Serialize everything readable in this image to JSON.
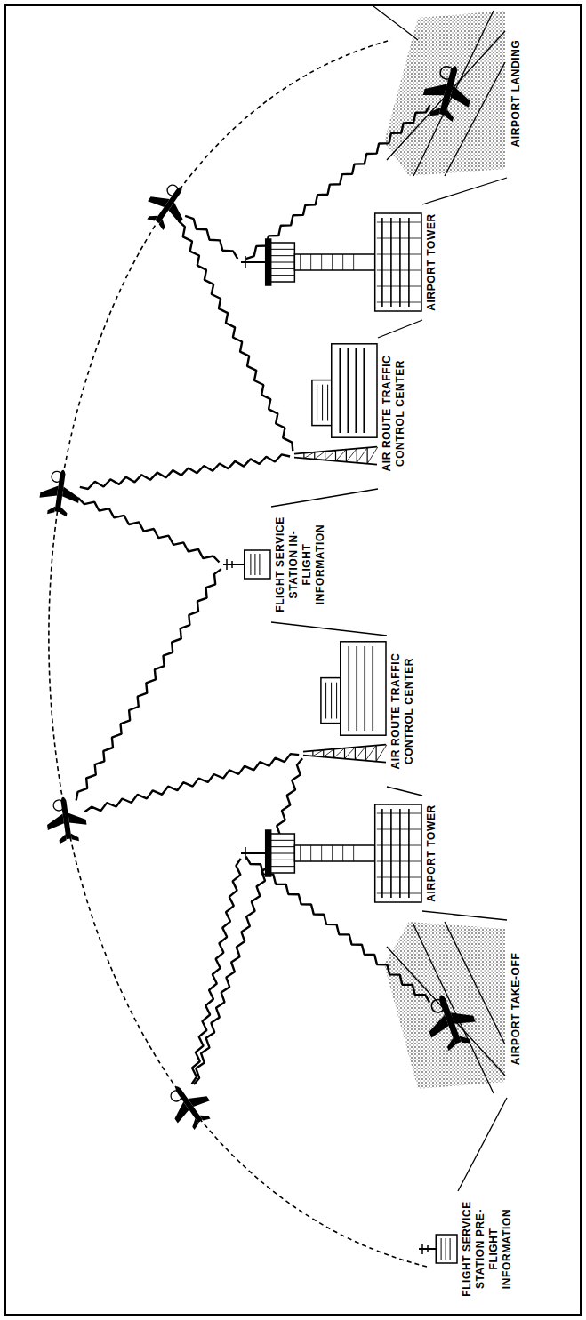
{
  "diagram": {
    "nodes": [
      {
        "text": [
          "FLIGHT SERVICE STATION PRE-FLIGHT INFORMATION"
        ]
      },
      {
        "text": [
          "AIRPORT TAKE-OFF"
        ]
      },
      {
        "text": [
          "AIRPORT TOWER"
        ]
      },
      {
        "text": [
          "AIR ROUTE TRAFFIC CONTROL CENTER"
        ]
      },
      {
        "text": [
          "FLIGHT SERVICE STATION IN-FLIGHT INFORMATION"
        ]
      },
      {
        "text": [
          "AIR ROUTE TRAFFIC CONTROL CENTER"
        ]
      },
      {
        "text": [
          "AIRPORT TOWER"
        ]
      },
      {
        "text": [
          "AIRPORT LANDING"
        ]
      }
    ],
    "edges": [
      {
        "from": 0,
        "to": 1,
        "arrow": "none"
      },
      {
        "from": 1,
        "to": 2,
        "arrow": "none"
      },
      {
        "from": 2,
        "to": 3,
        "arrow": "none"
      },
      {
        "from": 3,
        "to": 4,
        "arrow": "none"
      },
      {
        "from": 4,
        "to": 5,
        "arrow": "none"
      },
      {
        "from": 5,
        "to": 6,
        "arrow": "none"
      },
      {
        "from": 6,
        "to": 7,
        "arrow": "none"
      }
    ]
  }
}
